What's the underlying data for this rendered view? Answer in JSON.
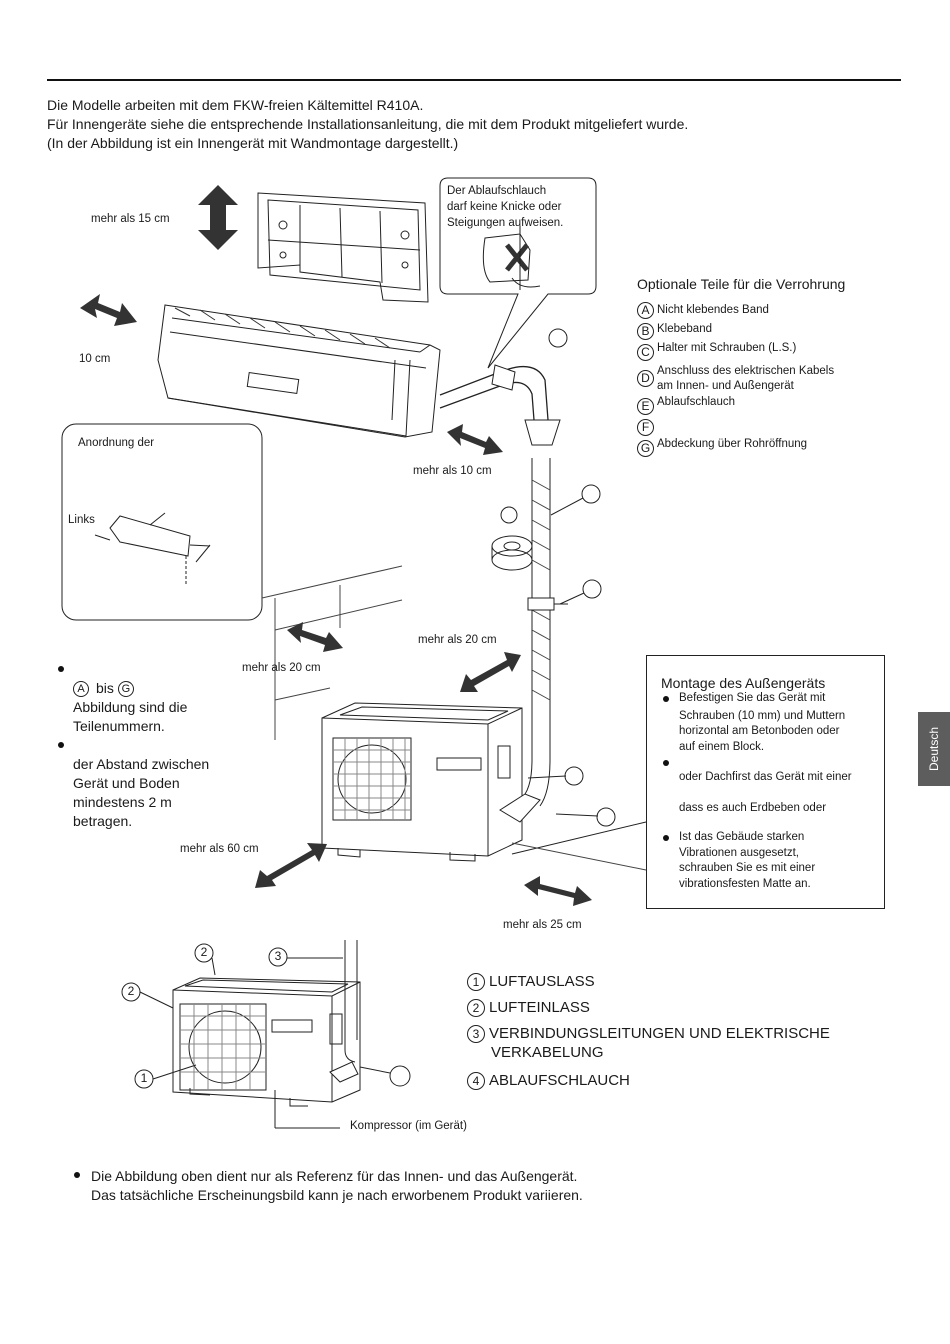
{
  "intro": {
    "line1": "Die Modelle arbeiten mit dem FKW-freien Kältemittel R410A.",
    "line2": "Für Innengeräte siehe die entsprechende Installationsanleitung, die mit dem Produkt mitgeliefert wurde.",
    "line3": "(In der Abbildung ist ein Innengerät mit Wandmontage dargestellt.)"
  },
  "clearances": {
    "top": "mehr als 15 cm",
    "side_indoor": "10 cm",
    "indoor_right": "mehr als 10 cm",
    "outdoor_wall_left": "mehr als 20 cm",
    "outdoor_top_right": "mehr als 20 cm",
    "outdoor_front": "mehr als 60 cm",
    "outdoor_right": "mehr als 25 cm"
  },
  "drain_callout": {
    "line1": "Der Ablaufschlauch",
    "line2": "darf keine Knicke oder",
    "line3": "Steigungen aufweisen."
  },
  "arrangement_box": {
    "title": "Anordnung der",
    "left_label": "Links"
  },
  "optional_parts": {
    "title": "Optionale Teile für die Verrohrung",
    "items": [
      {
        "letter": "A",
        "label": "Nicht klebendes Band"
      },
      {
        "letter": "B",
        "label": "Klebeband"
      },
      {
        "letter": "C",
        "label": "Halter mit Schrauben (L.S.)"
      },
      {
        "letter": "D",
        "label": "Anschluss des elektrischen Kabels",
        "label2": "am Innen- und Außengerät"
      },
      {
        "letter": "E",
        "label": "Ablaufschlauch"
      },
      {
        "letter": "F",
        "label": ""
      },
      {
        "letter": "G",
        "label": "Abdeckung über Rohröffnung"
      }
    ]
  },
  "left_notes": {
    "letter_a": "A",
    "bis": "bis",
    "letter_g": "G",
    "line2": "Abbildung sind die",
    "line3": "Teilenummern.",
    "line4": "der Abstand zwischen",
    "line5": "Gerät und Boden",
    "line6": "mindestens 2 m",
    "line7": "betragen."
  },
  "mounting": {
    "title": "Montage des Außengeräts",
    "b1_l1": "Befestigen Sie das Gerät mit",
    "b1_l2": "Schrauben (10 mm) und Muttern",
    "b1_l3": "horizontal am Betonboden oder",
    "b1_l4": "auf einem Block.",
    "b2_l2": "oder Dachfirst das Gerät mit einer",
    "b2_l4": "dass es auch Erdbeben oder",
    "b3_l1": "Ist das Gebäude starken",
    "b3_l2": "Vibrationen ausgesetzt,",
    "b3_l3": "schrauben Sie es mit einer",
    "b3_l4": "vibrationsfesten Matte an."
  },
  "legend": [
    {
      "num": "1",
      "label": "LUFTAUSLASS"
    },
    {
      "num": "2",
      "label": "LUFTEINLASS"
    },
    {
      "num": "3",
      "label": "VERBINDUNGSLEITUNGEN UND ELEKTRISCHE",
      "label2": "VERKABELUNG"
    },
    {
      "num": "4",
      "label": "ABLAUFSCHLAUCH"
    }
  ],
  "outdoor_callouts": {
    "n1": "1",
    "n2": "2",
    "n2b": "2",
    "n3": "3"
  },
  "compressor_label": "Kompressor (im Gerät)",
  "side_tab": "Deutsch",
  "footer": {
    "line1": "Die Abbildung oben dient nur als Referenz für das Innen- und das Außengerät.",
    "line2": "Das tatsächliche Erscheinungsbild kann je nach erworbenem Produkt variieren."
  }
}
